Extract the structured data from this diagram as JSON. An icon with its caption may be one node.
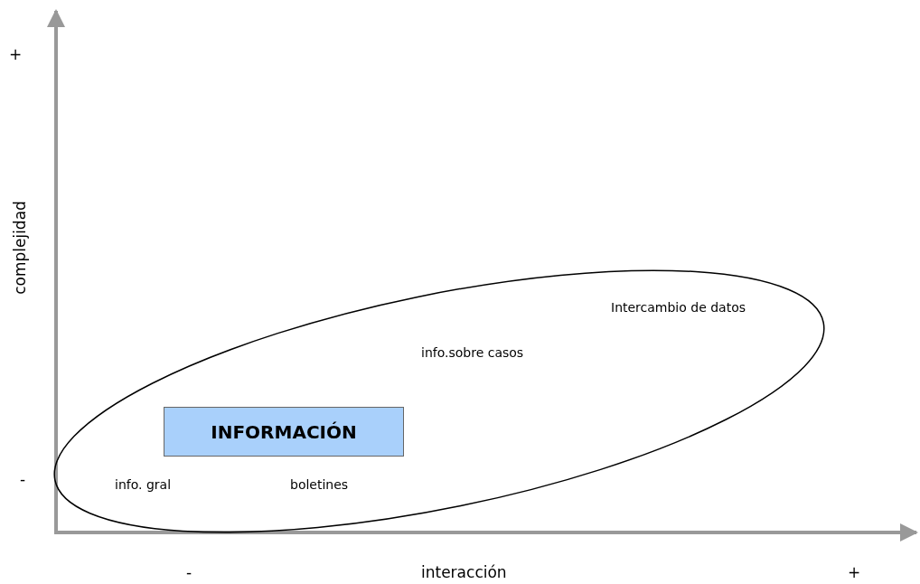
{
  "diagram": {
    "nodes": [
      {
        "text": [
          "Intercambio de datos",
          "info.sobre casos",
          "info. gral",
          "boletines"
        ]
      },
      {
        "text": [
          "INFORMACIÓN"
        ],
        "in": 0
      }
    ],
    "labels": [
      "+",
      "complejidad",
      "-",
      "-",
      "interacción",
      "+"
    ]
  }
}
